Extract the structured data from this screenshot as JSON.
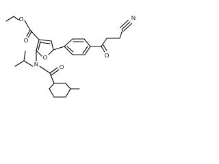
{
  "molecule": {
    "atoms": {
      "ester_o_carbonyl": "O",
      "ester_o_ether": "O",
      "furan_o": "O",
      "amide_n": "N",
      "amide_o": "O",
      "ketone_o": "O",
      "nitrile_n": "N"
    }
  }
}
